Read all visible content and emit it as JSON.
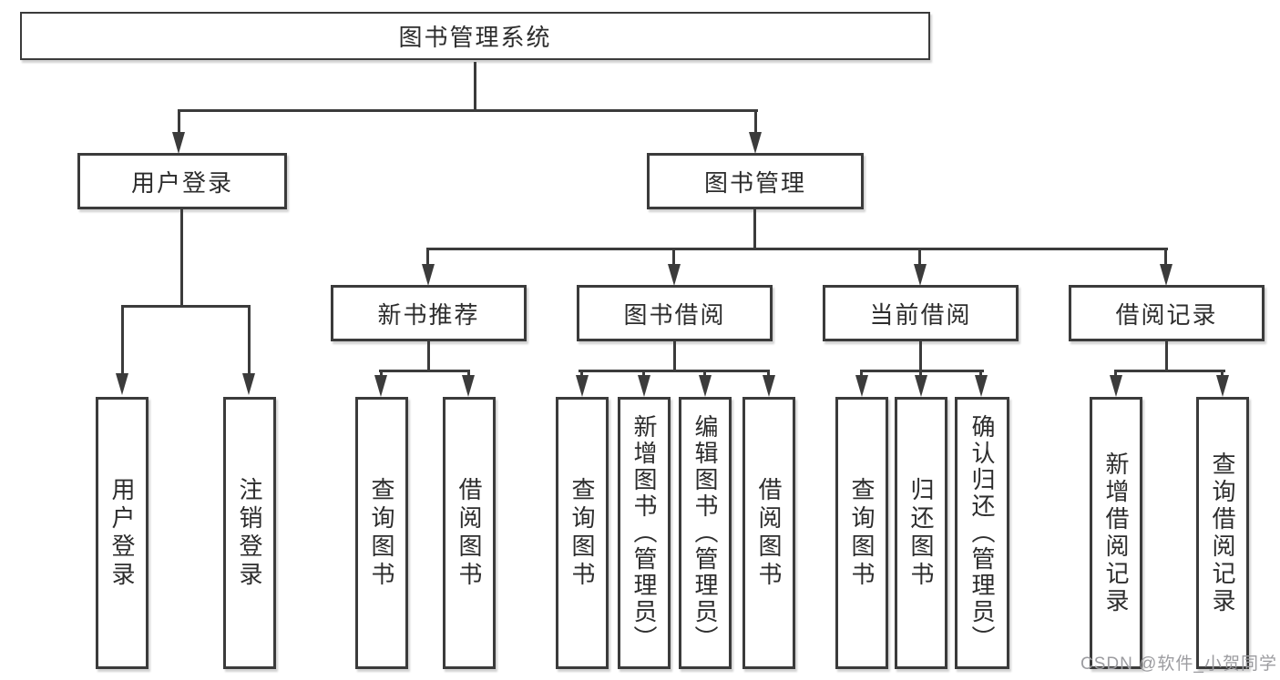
{
  "colors": {
    "line": "#3b3b3b",
    "text": "#2d2d2d",
    "background": "#ffffff",
    "watermark": "#9c9ca0"
  },
  "diagram": {
    "root": {
      "label": "图书管理系统"
    },
    "branches": [
      {
        "label": "用户登录",
        "children": [
          {
            "label": "用户登录"
          },
          {
            "label": "注销登录"
          }
        ]
      },
      {
        "label": "图书管理",
        "children": [
          {
            "label": "新书推荐",
            "children": [
              {
                "label": "查询图书"
              },
              {
                "label": "借阅图书"
              }
            ]
          },
          {
            "label": "图书借阅",
            "children": [
              {
                "label": "查询图书"
              },
              {
                "label": "新增图书（管理员）"
              },
              {
                "label": "编辑图书（管理员）"
              },
              {
                "label": "借阅图书"
              }
            ]
          },
          {
            "label": "当前借阅",
            "children": [
              {
                "label": "查询图书"
              },
              {
                "label": "归还图书"
              },
              {
                "label": "确认归还（管理员）"
              }
            ]
          },
          {
            "label": "借阅记录",
            "children": [
              {
                "label": "新增借阅记录"
              },
              {
                "label": "查询借阅记录"
              }
            ]
          }
        ]
      }
    ]
  },
  "watermark": {
    "text": "CSDN @软件_小贺同学"
  }
}
